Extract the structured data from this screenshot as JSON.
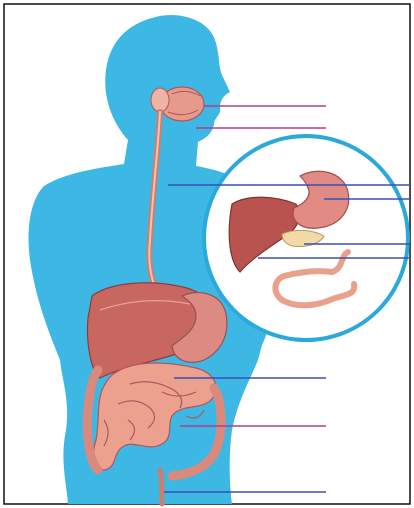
{
  "colors": {
    "background": "#ffffff",
    "frame": "#111111",
    "silhouette": "#3db8e4",
    "inset_bg": "#ffffff",
    "inset_ring": "#2aa9da",
    "organ_fill": "#e08a80",
    "organ_dark": "#b0565a",
    "organ_light": "#f4c2b6",
    "liver": "#b8534f",
    "pancreas": "#f1d9a8",
    "leader_blue": "#3a4fb8",
    "leader_magenta": "#b0408a"
  },
  "icons": {
    "silhouette": "human-torso-silhouette",
    "inset": "magnified-organs-inset",
    "organs": [
      "mouth",
      "salivary-glands",
      "oesophagus",
      "stomach",
      "liver",
      "pancreas",
      "small-intestine",
      "large-intestine",
      "rectum"
    ]
  },
  "labels": {
    "count": 9,
    "text": []
  }
}
